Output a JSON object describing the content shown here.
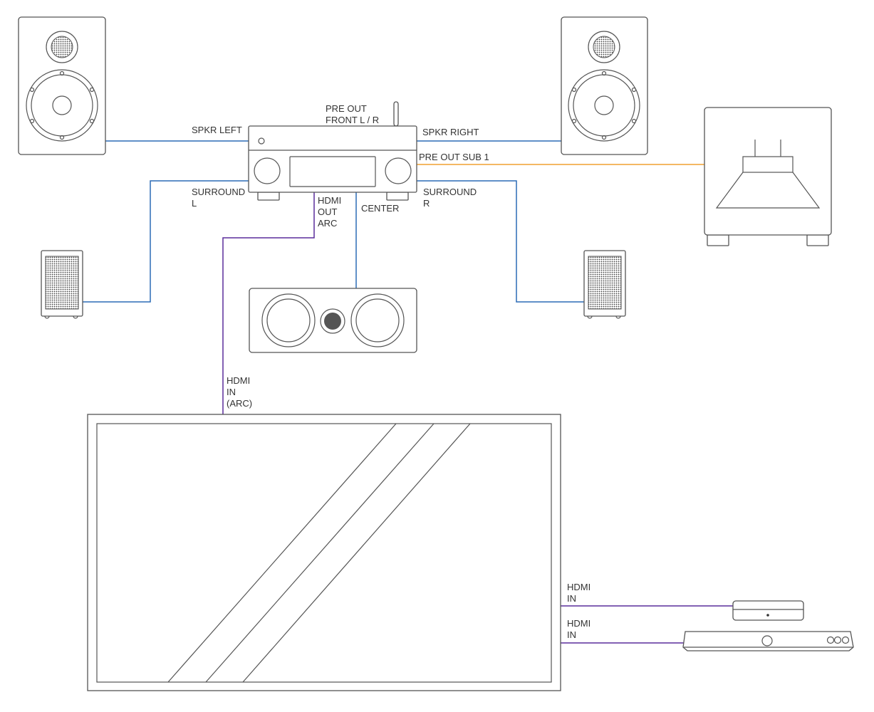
{
  "colors": {
    "speaker_cable": "#2b6cb6",
    "hdmi_cable": "#5a2d9c",
    "sub_cable": "#f0a030",
    "outline": "#555555"
  },
  "labels": {
    "pre_out_front": [
      "PRE OUT",
      "FRONT L / R"
    ],
    "spkr_left": "SPKR LEFT",
    "spkr_right": "SPKR RIGHT",
    "pre_out_sub": "PRE OUT SUB 1",
    "surround_l": [
      "SURROUND",
      "L"
    ],
    "surround_r": [
      "SURROUND",
      "R"
    ],
    "hdmi_out_arc": [
      "HDMI",
      "OUT",
      "ARC"
    ],
    "center": "CENTER",
    "tv_hdmi_arc": [
      "HDMI",
      "IN",
      "(ARC)"
    ],
    "hdmi_in_1": [
      "HDMI",
      "IN"
    ],
    "hdmi_in_2": [
      "HDMI",
      "IN"
    ]
  },
  "icons": {
    "speaker": "tower-speaker-icon",
    "subwoofer": "subwoofer-icon",
    "receiver": "av-receiver-icon",
    "center": "center-speaker-icon",
    "surround": "surround-speaker-icon",
    "tv": "television-icon",
    "streamer": "streaming-box-icon",
    "player": "disc-player-icon"
  }
}
